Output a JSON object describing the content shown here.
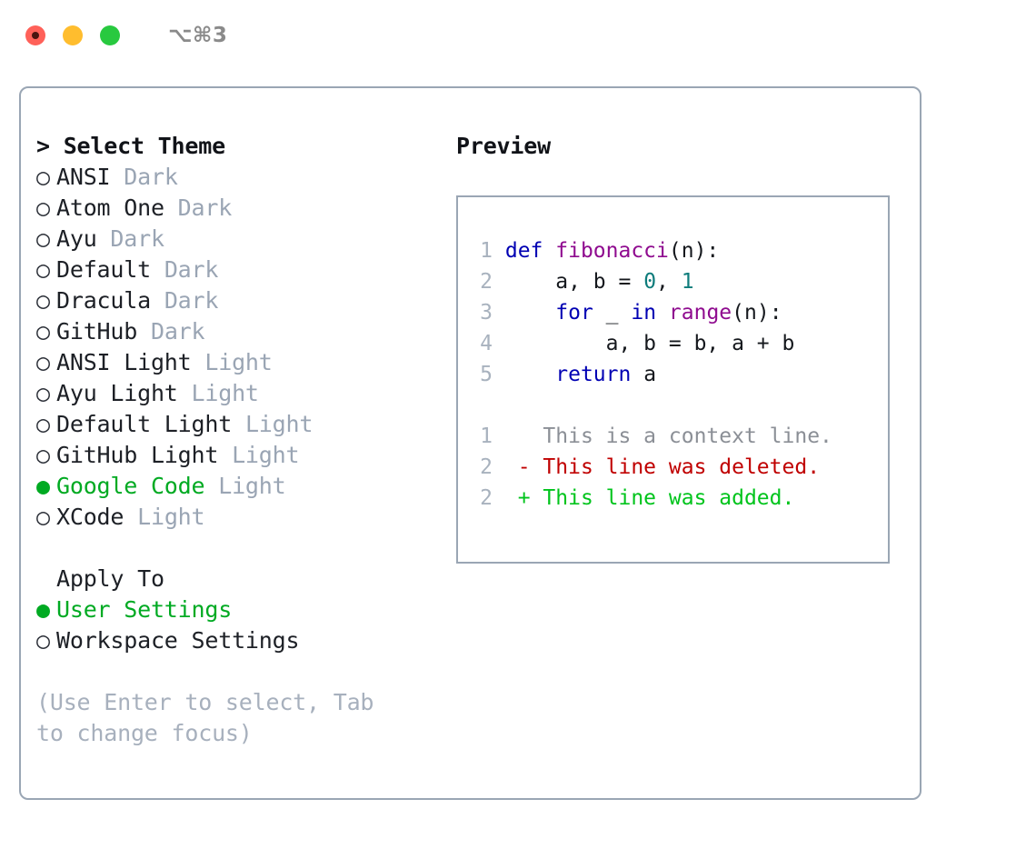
{
  "window": {
    "traffic_lights": [
      {
        "name": "close",
        "color": "#ff6159"
      },
      {
        "name": "minimize",
        "color": "#ffbd2e"
      },
      {
        "name": "maximize",
        "color": "#28c93f"
      }
    ],
    "shortcut": "⌥⌘3"
  },
  "left": {
    "heading": "> Select Theme",
    "themes": [
      {
        "bullet": "○",
        "name": "ANSI",
        "tag": "Dark",
        "selected": false
      },
      {
        "bullet": "○",
        "name": "Atom One",
        "tag": "Dark",
        "selected": false
      },
      {
        "bullet": "○",
        "name": "Ayu",
        "tag": "Dark",
        "selected": false
      },
      {
        "bullet": "○",
        "name": "Default",
        "tag": "Dark",
        "selected": false
      },
      {
        "bullet": "○",
        "name": "Dracula",
        "tag": "Dark",
        "selected": false
      },
      {
        "bullet": "○",
        "name": "GitHub",
        "tag": "Dark",
        "selected": false
      },
      {
        "bullet": "○",
        "name": "ANSI Light",
        "tag": "Light",
        "selected": false
      },
      {
        "bullet": "○",
        "name": "Ayu Light",
        "tag": "Light",
        "selected": false
      },
      {
        "bullet": "○",
        "name": "Default Light",
        "tag": "Light",
        "selected": false
      },
      {
        "bullet": "○",
        "name": "GitHub Light",
        "tag": "Light",
        "selected": false
      },
      {
        "bullet": "●",
        "name": "Google Code",
        "tag": "Light",
        "selected": true
      },
      {
        "bullet": "○",
        "name": "XCode",
        "tag": "Light",
        "selected": false
      }
    ],
    "apply_to_heading": "Apply To",
    "apply_to": [
      {
        "bullet": "●",
        "name": "User Settings",
        "selected": true
      },
      {
        "bullet": "○",
        "name": "Workspace Settings",
        "selected": false
      }
    ],
    "hint": "(Use Enter to select, Tab to change focus)"
  },
  "right": {
    "preview_title": "Preview",
    "code_lines": [
      {
        "ln": "1",
        "tokens": [
          {
            "t": "def ",
            "c": "kw"
          },
          {
            "t": "fibonacci",
            "c": "fn"
          },
          {
            "t": "(n):",
            "c": "txt"
          }
        ]
      },
      {
        "ln": "2",
        "tokens": [
          {
            "t": "    a, b = ",
            "c": "txt"
          },
          {
            "t": "0",
            "c": "num"
          },
          {
            "t": ", ",
            "c": "txt"
          },
          {
            "t": "1",
            "c": "num"
          }
        ]
      },
      {
        "ln": "3",
        "tokens": [
          {
            "t": "    ",
            "c": "txt"
          },
          {
            "t": "for",
            "c": "kw"
          },
          {
            "t": " _ ",
            "c": "txt"
          },
          {
            "t": "in",
            "c": "kw"
          },
          {
            "t": " ",
            "c": "txt"
          },
          {
            "t": "range",
            "c": "fn"
          },
          {
            "t": "(n):",
            "c": "txt"
          }
        ]
      },
      {
        "ln": "4",
        "tokens": [
          {
            "t": "        a, b = b, a + b",
            "c": "txt"
          }
        ]
      },
      {
        "ln": "5",
        "tokens": [
          {
            "t": "    ",
            "c": "txt"
          },
          {
            "t": "return",
            "c": "kw"
          },
          {
            "t": " a",
            "c": "txt"
          }
        ]
      }
    ],
    "diff_lines": [
      {
        "ln": "1",
        "marker": "  ",
        "text": "This is a context line.",
        "kind": "ctx"
      },
      {
        "ln": "2",
        "marker": "- ",
        "text": "This line was deleted.",
        "kind": "del"
      },
      {
        "ln": "2",
        "marker": "+ ",
        "text": "This line was added.",
        "kind": "add"
      }
    ]
  },
  "colors": {
    "selected_green": "#00aa22",
    "tag_gray": "#9aa5b4",
    "border": "#9aa6b4",
    "keyword": "#0000b3",
    "function": "#8f0b8f",
    "number": "#0e7c7b",
    "diff_added": "#00c41c",
    "diff_deleted": "#c00000",
    "diff_context": "#8b8f96"
  }
}
